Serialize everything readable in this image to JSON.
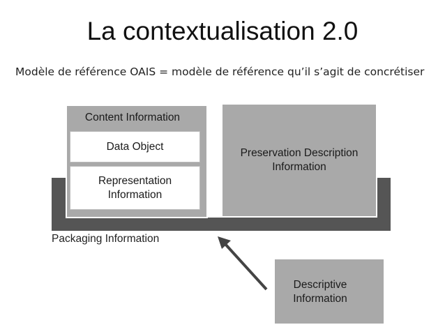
{
  "slide": {
    "title": "La contextualisation 2.0",
    "subtitle": "Modèle de référence OAIS = modèle de référence qu’il s’agit de concrétiser"
  },
  "diagram": {
    "content_information": "Content Information",
    "data_object": "Data Object",
    "representation_line1": "Representation",
    "representation_line2": "Information",
    "pdi_line1": "Preservation Description",
    "pdi_line2": "Information",
    "packaging_information": "Packaging Information",
    "descriptive_line1": "Descriptive",
    "descriptive_line2": "Information"
  },
  "colors": {
    "packaging": "#555555",
    "box_fill": "#a9a9a9",
    "inner_box_fill": "#ffffff",
    "arrow": "#444444"
  }
}
